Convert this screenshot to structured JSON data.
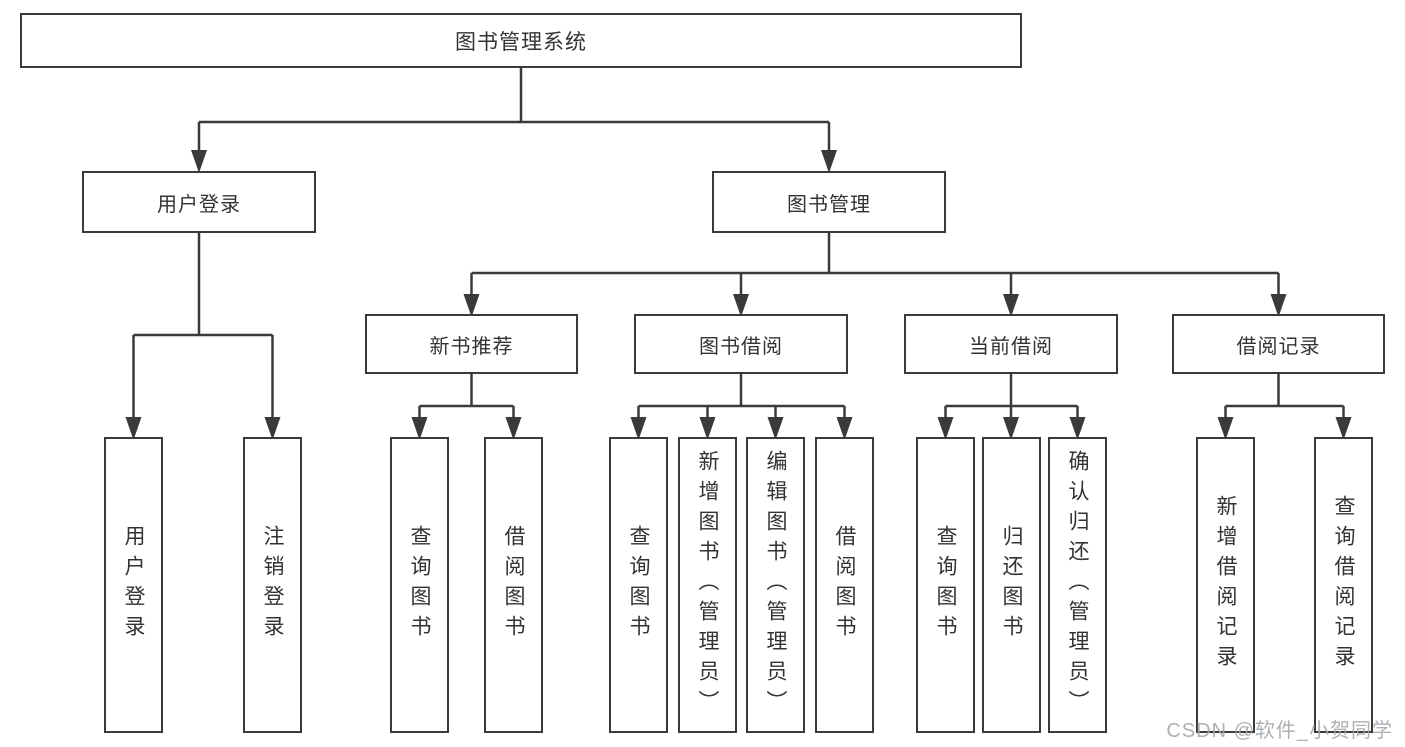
{
  "diagram": {
    "type": "hierarchy-tree",
    "watermark": "CSDN @软件_小贺同学",
    "colors": {
      "line": "#3a3a3a",
      "box_border": "#3a3a3a",
      "text": "#333333",
      "background": "#ffffff",
      "watermark": "#a3a8ad"
    },
    "root": {
      "label": "图书管理系统"
    },
    "branches": [
      {
        "label": "用户登录",
        "children": [
          {
            "label": "用户登录"
          },
          {
            "label": "注销登录"
          }
        ]
      },
      {
        "label": "图书管理",
        "children": [
          {
            "label": "新书推荐",
            "children": [
              {
                "label": "查询图书"
              },
              {
                "label": "借阅图书"
              }
            ]
          },
          {
            "label": "图书借阅",
            "children": [
              {
                "label": "查询图书"
              },
              {
                "label": "新增图书（管理员）"
              },
              {
                "label": "编辑图书（管理员）"
              },
              {
                "label": "借阅图书"
              }
            ]
          },
          {
            "label": "当前借阅",
            "children": [
              {
                "label": "查询图书"
              },
              {
                "label": "归还图书"
              },
              {
                "label": "确认归还（管理员）"
              }
            ]
          },
          {
            "label": "借阅记录",
            "children": [
              {
                "label": "新增借阅记录"
              },
              {
                "label": "查询借阅记录"
              }
            ]
          }
        ]
      }
    ]
  }
}
